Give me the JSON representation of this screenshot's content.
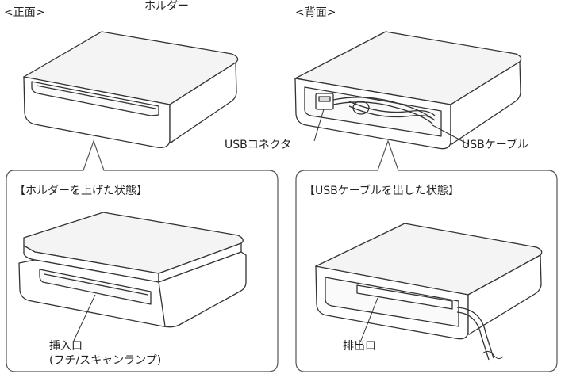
{
  "front": {
    "view_label": "<正面>",
    "holder_label": "ホルダー"
  },
  "back": {
    "view_label": "<背面>",
    "connector_label": "USBコネクタ",
    "cable_label": "USBケーブル"
  },
  "panel_left": {
    "title": "【ホルダーを上げた状態】",
    "slot_label_line1": "挿入口",
    "slot_label_line2": "(フチ/スキャンランプ)"
  },
  "panel_right": {
    "title": "【USBケーブルを出した状態】",
    "slot_label": "排出口"
  },
  "colors": {
    "line": "#333333",
    "panel_border": "#555555",
    "top_face": "#f4f4f4",
    "side_face": "#ffffff"
  }
}
